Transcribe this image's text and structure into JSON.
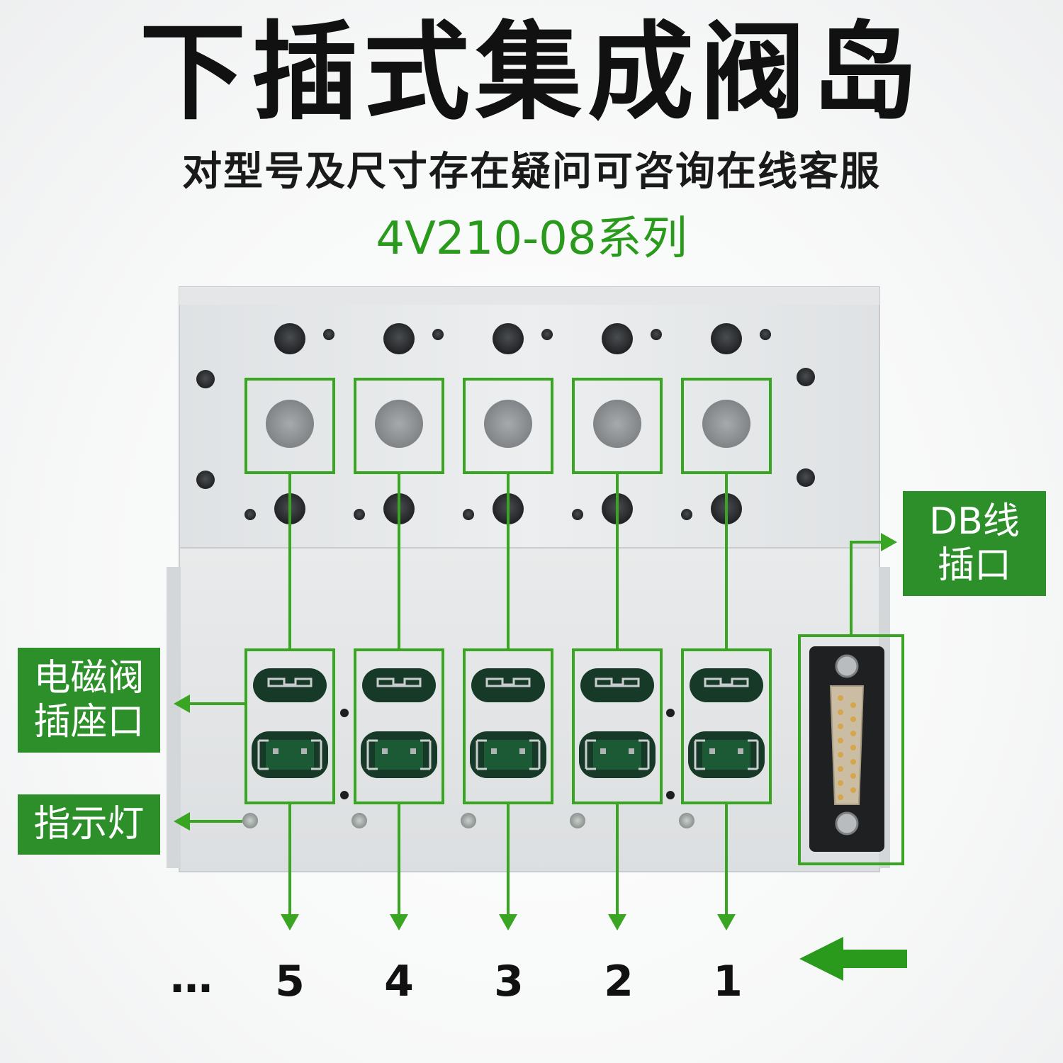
{
  "header": {
    "title": "下插式集成阀岛",
    "subtitle": "对型号及尺寸存在疑问可咨询在线客服",
    "series": "4V210-08系列"
  },
  "labels": {
    "solenoid_socket_line1": "电磁阀",
    "solenoid_socket_line2": "插座口",
    "indicator": "指示灯",
    "db_port_line1": "DB线",
    "db_port_line2": "插口"
  },
  "slots": [
    "5",
    "4",
    "3",
    "2",
    "1"
  ],
  "ellipsis": "…",
  "colors": {
    "accent_green": "#2d8f2a",
    "line_green": "#3aa523",
    "series_text": "#2a9a1c"
  }
}
